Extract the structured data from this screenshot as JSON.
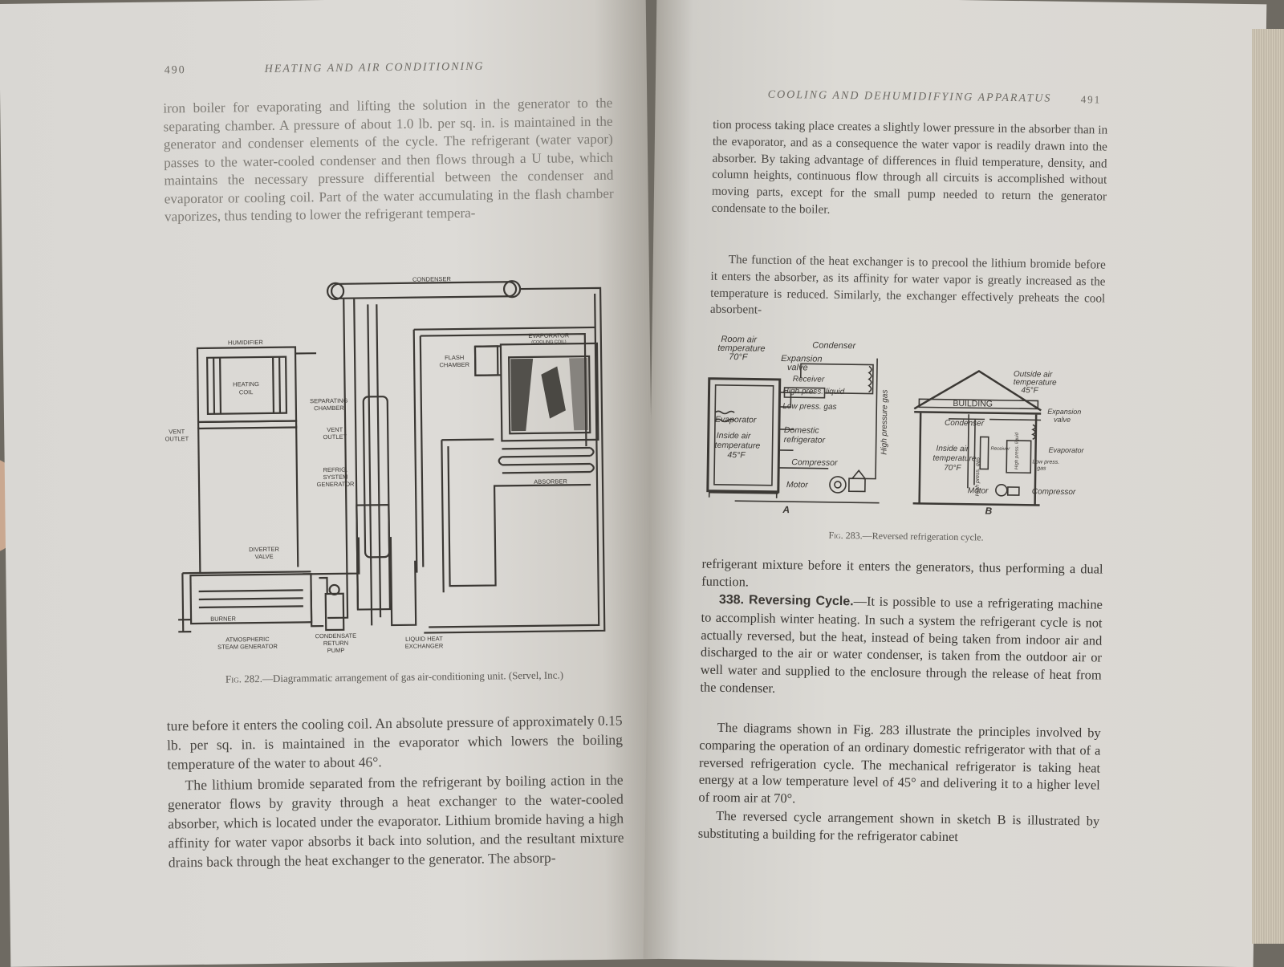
{
  "left_page": {
    "page_number": "490",
    "running_head": "HEATING AND AIR CONDITIONING",
    "top_text": "iron boiler for evaporating and lifting the solution in the generator to the separating chamber. A pressure of about 1.0 lb. per sq. in. is maintained in the generator and condenser elements of the cycle. The refrigerant (water vapor) passes to the water-cooled condenser and then flows through a U tube, which maintains the necessary pressure differential between the condenser and evaporator or cooling coil. Part of the water accumulating in the flash chamber vaporizes, thus tending to lower the refrigerant tempera-",
    "figure": {
      "labels": {
        "condenser": "CONDENSER",
        "humidifier": "HUMIDIFIER",
        "heating_coil_1": "HEATING",
        "heating_coil_2": "COIL",
        "evaporator": "EVAPORATOR",
        "cooling_coil": "(COOLING COIL)",
        "flash_1": "FLASH",
        "flash_2": "CHAMBER",
        "separating_1": "SEPARATING",
        "separating_2": "CHAMBER",
        "vent_outlet_left_1": "VENT",
        "vent_outlet_left_2": "OUTLET",
        "vent_outlet_mid_1": "VENT",
        "vent_outlet_mid_2": "OUTLET",
        "refrig_1": "REFRIG.",
        "refrig_2": "SYSTEM",
        "refrig_3": "GENERATOR",
        "absorber": "ABSORBER",
        "diverter_1": "DIVERTER",
        "diverter_2": "VALVE",
        "burner": "BURNER",
        "atmospheric_1": "ATMOSPHERIC",
        "atmospheric_2": "STEAM GENERATOR",
        "condensate_1": "CONDENSATE",
        "condensate_2": "RETURN",
        "condensate_3": "PUMP",
        "liquid_hx_1": "LIQUID HEAT",
        "liquid_hx_2": "EXCHANGER"
      },
      "caption_prefix": "Fig. 282.",
      "caption_text": "—Diagrammatic arrangement of gas air-conditioning unit. (Servel, Inc.)"
    },
    "bottom_text_1": "ture before it enters the cooling coil. An absolute pressure of approximately 0.15 lb. per sq. in. is maintained in the evaporator which lowers the boiling temperature of the water to about 46°.",
    "bottom_text_2": "The lithium bromide separated from the refrigerant by boiling action in the generator flows by gravity through a heat exchanger to the water-cooled absorber, which is located under the evaporator. Lithium bromide having a high affinity for water vapor absorbs it back into solution, and the resultant mixture drains back through the heat exchanger to the generator. The absorp-"
  },
  "right_page": {
    "page_number": "491",
    "running_head": "COOLING AND DEHUMIDIFYING APPARATUS",
    "top_text_1": "tion process taking place creates a slightly lower pressure in the absorber than in the evaporator, and as a consequence the water vapor is readily drawn into the absorber. By taking advantage of differences in fluid temperature, density, and column heights, continuous flow through all circuits is accomplished without moving parts, except for the small pump needed to return the generator condensate to the boiler.",
    "top_text_2": "The function of the heat exchanger is to precool the lithium bromide before it enters the absorber, as its affinity for water vapor is greatly increased as the temperature is reduced. Similarly, the exchanger effectively preheats the cool absorbent-",
    "figure": {
      "a": {
        "room_air_1": "Room air",
        "room_air_2": "temperature",
        "room_air_3": "70°F",
        "condenser": "Condenser",
        "expansion_1": "Expansion",
        "expansion_2": "valve",
        "receiver": "Receiver",
        "high_press_liquid": "High press. liquid",
        "low_press_gas": "Low press. gas",
        "high_pressure_gas": "High pressure gas",
        "evaporator": "Evaporator",
        "domestic_1": "Domestic",
        "domestic_2": "refrigerator",
        "inside_1": "Inside air",
        "inside_2": "temperature",
        "inside_3": "45°F",
        "compressor": "Compressor",
        "motor": "Motor",
        "letter": "A"
      },
      "b": {
        "outside_1": "Outside air",
        "outside_2": "temperature",
        "outside_3": "45°F",
        "building": "BUILDING",
        "condenser": "Condenser",
        "expansion_1": "Expansion",
        "expansion_2": "valve",
        "inside_1": "Inside air",
        "inside_2": "temperature",
        "inside_3": "70°F",
        "receiver": "Receiver",
        "high_press_gas": "High press. gas",
        "high_press_liquid": "High press. liquid",
        "low_press_gas_1": "Low press.",
        "low_press_gas_2": "gas",
        "evaporator": "Evaporator",
        "motor": "Motor",
        "compressor": "Compressor",
        "letter": "B"
      },
      "caption_prefix": "Fig. 283.",
      "caption_text": "—Reversed refrigeration cycle."
    },
    "text_3": "refrigerant mixture before it enters the generators, thus performing a dual function.",
    "section_heading": "338. Reversing Cycle.",
    "section_text": "—It is possible to use a refrigerating machine to accomplish winter heating. In such a system the refrigerant cycle is not actually reversed, but the heat, instead of being taken from indoor air and discharged to the air or water condenser, is taken from the outdoor air or well water and supplied to the enclosure through the release of heat from the condenser.",
    "text_4": "The diagrams shown in Fig. 283 illustrate the principles involved by comparing the operation of an ordinary domestic refrigerator with that of a reversed refrigeration cycle. The mechanical refrigerator is taking heat energy at a low temperature level of 45° and delivering it to a higher level of room air at 70°.",
    "text_5": "The reversed cycle arrangement shown in sketch B is illustrated by substituting a building for the refrigerator cabinet"
  }
}
